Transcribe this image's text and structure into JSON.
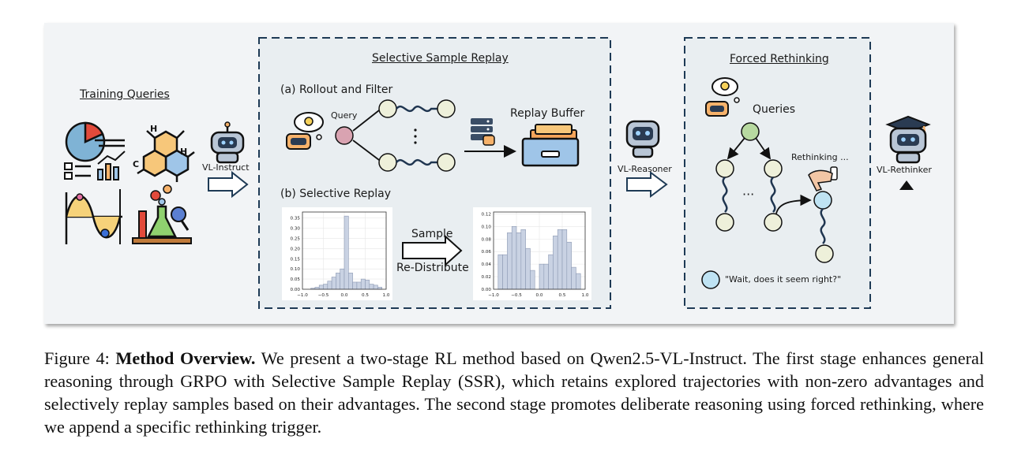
{
  "diagram": {
    "training_queries": "Training Queries",
    "vl_instruct": "VL-Instruct",
    "ssr_title": "Selective Sample Replay",
    "rollout_filter": "(a) Rollout and Filter",
    "query": "Query",
    "replay_buffer": "Replay Buffer",
    "selective_replay": "(b) Selective Replay",
    "sample": "Sample",
    "redistribute": "Re-Distribute",
    "vl_reasoner": "VL-Reasoner",
    "forced_title": "Forced Rethinking",
    "queries": "Queries",
    "rethinking": "Rethinking ...",
    "wait_text": "\"Wait, does it seem right?\"",
    "vl_rethinker": "VL-Rethinker",
    "mol_h1": "H",
    "mol_h2": "H",
    "mol_c": "C",
    "ellipsis": "···"
  },
  "chart_data": [
    {
      "type": "bar",
      "title": "",
      "x_ticks": [
        "−1.0",
        "−0.5",
        "0.0",
        "0.5",
        "1.0"
      ],
      "y_ticks": [
        "0.00",
        "0.05",
        "0.10",
        "0.15",
        "0.20",
        "0.25",
        "0.30",
        "0.35"
      ],
      "xlim": [
        -1.0,
        1.0
      ],
      "ylim": [
        0,
        0.38
      ],
      "bin_width": 0.1,
      "bin_starts": [
        -0.8,
        -0.7,
        -0.6,
        -0.5,
        -0.4,
        -0.3,
        -0.2,
        -0.1,
        0.0,
        0.1,
        0.2,
        0.3,
        0.4,
        0.5,
        0.6,
        0.7,
        0.8
      ],
      "values": [
        0.005,
        0.01,
        0.02,
        0.025,
        0.04,
        0.06,
        0.08,
        0.1,
        0.36,
        0.08,
        0.035,
        0.035,
        0.05,
        0.045,
        0.025,
        0.02,
        0.01
      ]
    },
    {
      "type": "bar",
      "title": "",
      "x_ticks": [
        "−1.0",
        "−0.5",
        "0.0",
        "0.5",
        "1.0"
      ],
      "y_ticks": [
        "0.00",
        "0.02",
        "0.04",
        "0.06",
        "0.08",
        "0.10",
        "0.12"
      ],
      "xlim": [
        -1.0,
        1.0
      ],
      "ylim": [
        0,
        0.123
      ],
      "bin_width": 0.1,
      "bin_starts": [
        -0.9,
        -0.8,
        -0.7,
        -0.6,
        -0.5,
        -0.4,
        -0.3,
        -0.2,
        0.0,
        0.1,
        0.2,
        0.3,
        0.4,
        0.5,
        0.6,
        0.7,
        0.8
      ],
      "values": [
        0.055,
        0.055,
        0.09,
        0.1,
        0.09,
        0.095,
        0.065,
        0.03,
        0.04,
        0.04,
        0.055,
        0.085,
        0.095,
        0.095,
        0.075,
        0.035,
        0.025
      ]
    }
  ],
  "caption": {
    "prefix": "Figure 4: ",
    "bold": "Method Overview.",
    "body": " We present a two-stage RL method based on Qwen2.5-VL-Instruct. The first stage enhances general reasoning through GRPO with Selective Sample Replay (SSR), which retains explored trajectories with non-zero advantages and selectively replay samples based on their advantages. The second stage promotes deliberate reasoning using forced rethinking, where we append a specific rethinking trigger."
  },
  "colors": {
    "panel_bg": "#f2f4f6",
    "box_border": "#1e3a55",
    "query_node": "#d9a3b1",
    "node_fill": "#eef0da",
    "green_node": "#b7d9a0",
    "blue_node": "#bfe3f3",
    "bar_fill": "#c9d2e3",
    "bar_edge": "#8d99b3",
    "robot_body": "#3a4d66",
    "robot_face": "#2a3b52",
    "drawer_orange": "#f6a55a"
  },
  "icons": [
    "chart-icon",
    "molecule-icon",
    "sine-wave-icon",
    "chemistry-icon",
    "robot-icon",
    "thought-bulb-icon",
    "server-icon",
    "file-drawer-icon",
    "graduation-robot-icon",
    "hand-icon"
  ]
}
